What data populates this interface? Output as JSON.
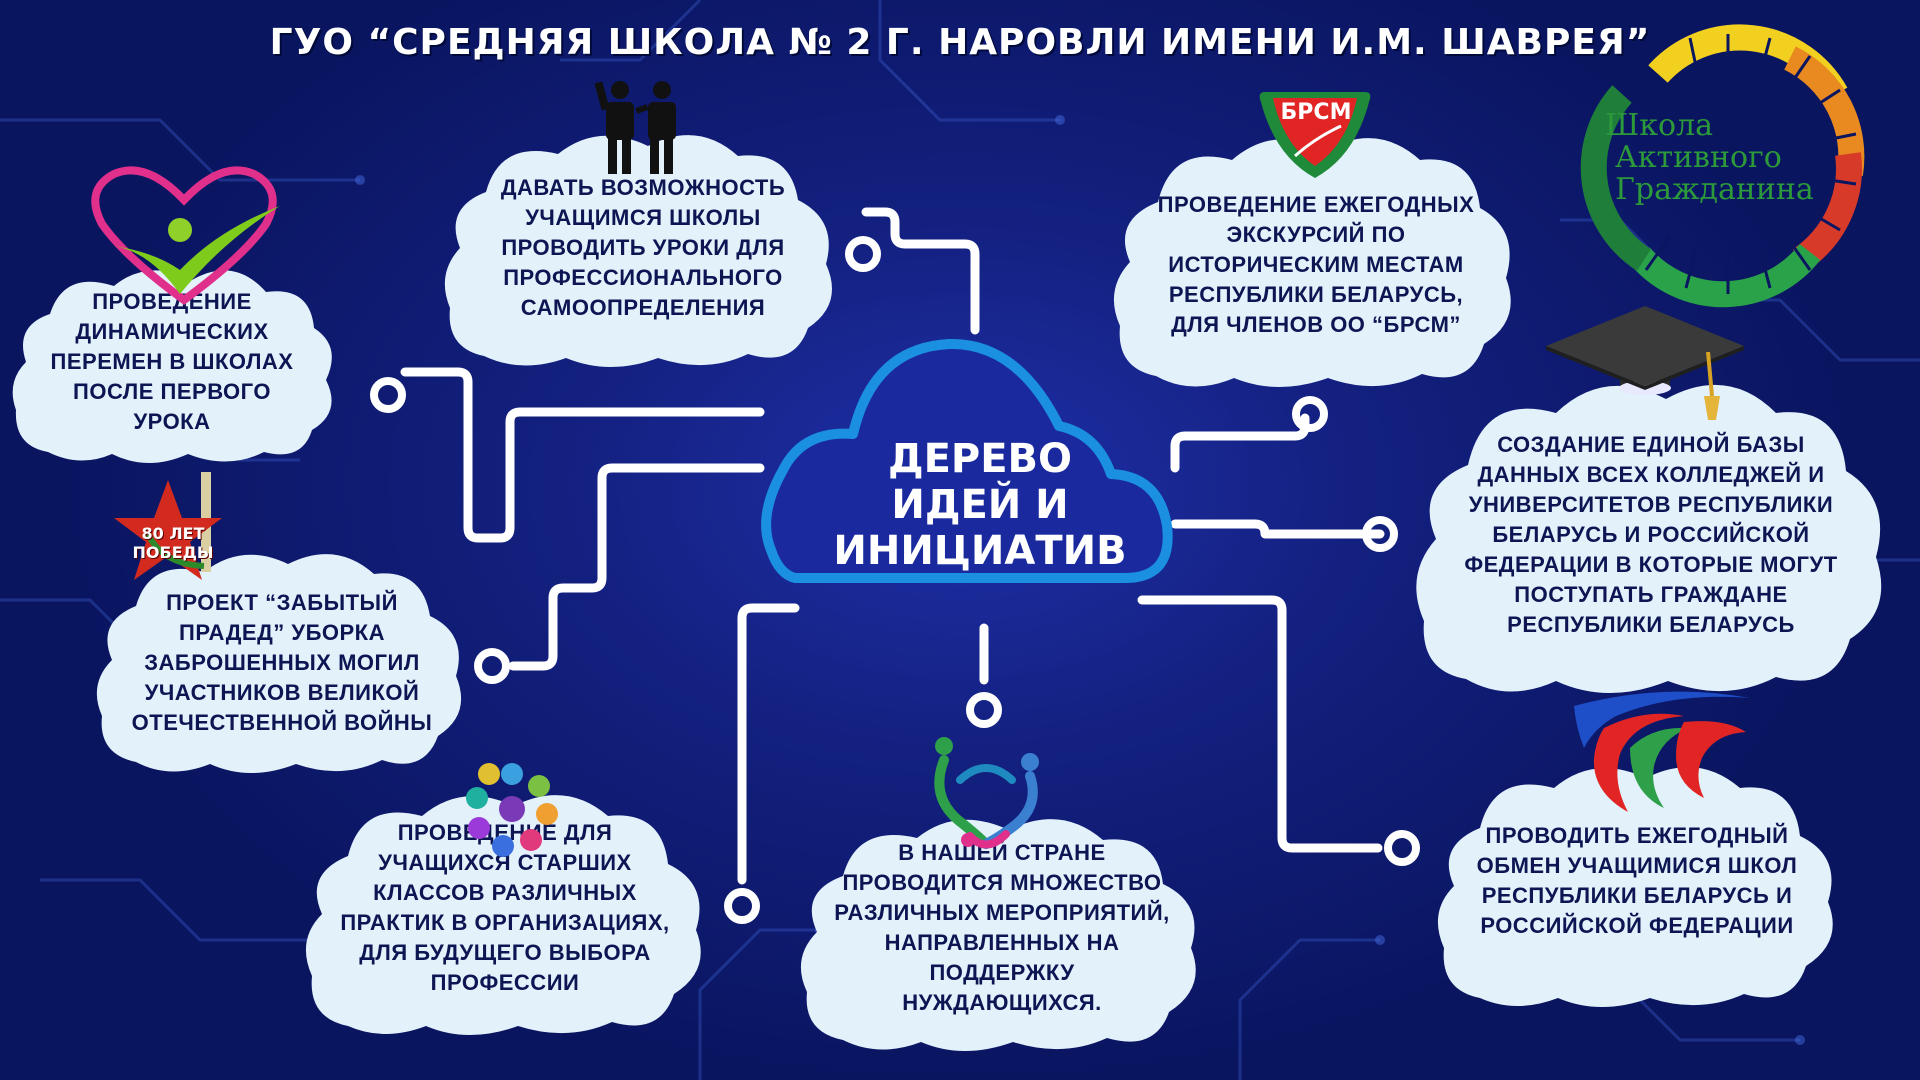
{
  "header": {
    "title": "ГУО “СРЕДНЯЯ ШКОЛА № 2 Г. НАРОВЛИ ИМЕНИ И.М. ШАВРЕЯ”"
  },
  "center": {
    "label": "ДЕРЕВО ИДЕЙ И ИНИЦИАТИВ"
  },
  "logo": {
    "text_lines": [
      "Школа",
      "Активного",
      "Гражданина"
    ]
  },
  "brsm": {
    "label": "БРСМ"
  },
  "victory_badge": {
    "text": "80 ЛЕТ ПОБЕДЫ"
  },
  "ideas": [
    {
      "text": "Проведение динамических перемен в школах после первого урока",
      "icon": "heart-checkmark-icon"
    },
    {
      "text": "Давать возможность учащимся школы проводить уроки для профессионального самоопределения",
      "icon": "people-icon"
    },
    {
      "text": "Проведение ежегодных экскурсий по историческим местам Республики Беларусь, для членов ОО “БРСМ”",
      "icon": "brsm-emblem-icon"
    },
    {
      "text": "Создание единой базы данных всех колледжей и университетов Республики Беларусь и Российской Федерации в которые могут поступать граждане Республики Беларусь",
      "icon": "graduation-cap-icon"
    },
    {
      "text": "Проект “Забытый прадед” уборка заброшенных могил участников Великой Отечественной войны",
      "icon": "victory-star-icon"
    },
    {
      "text": "Проведение для учащихся старших классов различных практик в организациях, для будущего выбора профессии",
      "icon": "professions-icon"
    },
    {
      "text": "В нашей стране проводится множество различных мероприятий, направленных на поддержку нуждающихся.",
      "icon": "helping-hands-icon"
    },
    {
      "text": "Проводить ежегодный обмен учащимися школ Республики Беларусь и Российской Федерации",
      "icon": "union-flag-icon"
    }
  ],
  "colors": {
    "background": "#13207f",
    "cloud_fill": "#e3f1fb",
    "center_cloud_stroke": "#1b8fe0",
    "connector": "#ffffff",
    "bubble_text": "#0d1553"
  }
}
